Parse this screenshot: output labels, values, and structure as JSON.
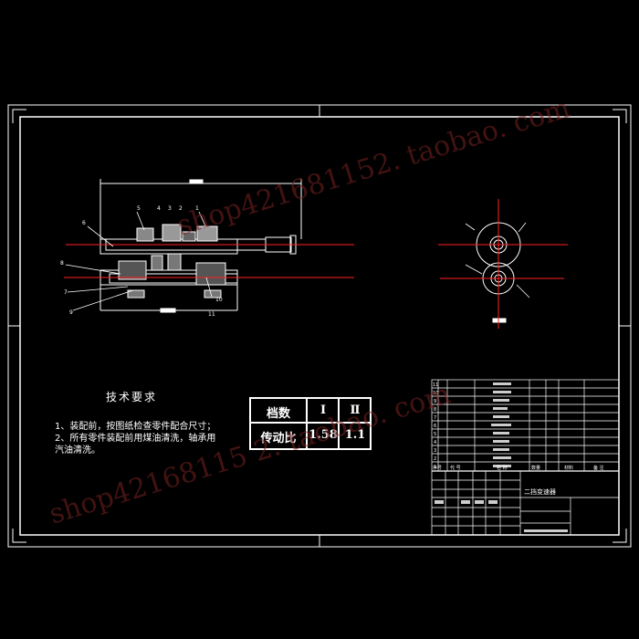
{
  "technical_requirements": {
    "title": "技术要求",
    "items": [
      "1、装配前，按图纸检查零件配合尺寸；",
      "2、所有零件装配前用煤油清洗，轴承用",
      "汽油清洗。"
    ]
  },
  "gear_table": {
    "headers": [
      "档数",
      "传动比"
    ],
    "columns": [
      {
        "gear": "Ⅰ",
        "ratio": "1.58"
      },
      {
        "gear": "Ⅱ",
        "ratio": "1.1"
      }
    ]
  },
  "title_block": {
    "drawing_name": "二挡变速器"
  },
  "bom_rows": [
    "11",
    "10",
    "9",
    "8",
    "7",
    "6",
    "5",
    "4",
    "3",
    "2",
    "1"
  ],
  "bom_header": [
    "序号",
    "代 号",
    "名 称",
    "数量",
    "材料",
    "备 注"
  ],
  "callouts": {
    "left_view": [
      "6",
      "5",
      "4",
      "3",
      "2",
      "1",
      "8",
      "7",
      "9",
      "10",
      "11"
    ]
  },
  "watermarks": [
    "shop42168115 2. taobao. com",
    "shop421681152. taobao. com"
  ],
  "colors": {
    "background": "#000000",
    "line": "#ffffff",
    "centerline": "#ff2020",
    "accent": "#ff3333"
  }
}
